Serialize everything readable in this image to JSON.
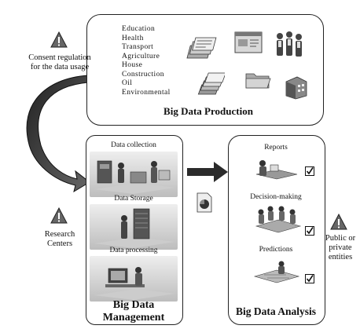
{
  "production": {
    "title": "Big Data Production",
    "categories": [
      "Education",
      "Health",
      "Transport",
      "Agriculture",
      "House",
      "Construction",
      "Oil",
      "Environmental"
    ]
  },
  "left_notes": {
    "consent": [
      "Consent regulation",
      "for the data usage"
    ],
    "research": [
      "Research",
      "Centers"
    ]
  },
  "management": {
    "title_line1": "Big Data",
    "title_line2": "Management",
    "steps": [
      "Data collection",
      "Data Storage",
      "Data processing"
    ]
  },
  "analysis": {
    "title": "Big Data Analysis",
    "steps": [
      "Reports",
      "Decision-making",
      "Predictions"
    ]
  },
  "right_note": [
    "Public or",
    "private",
    "entities"
  ],
  "icons": [
    "warning-icon",
    "newspaper-icon",
    "browser-window-icon",
    "people-group-icon",
    "document-stack-icon",
    "folder-icon",
    "building-icon",
    "check-icon",
    "document-chart-icon"
  ]
}
